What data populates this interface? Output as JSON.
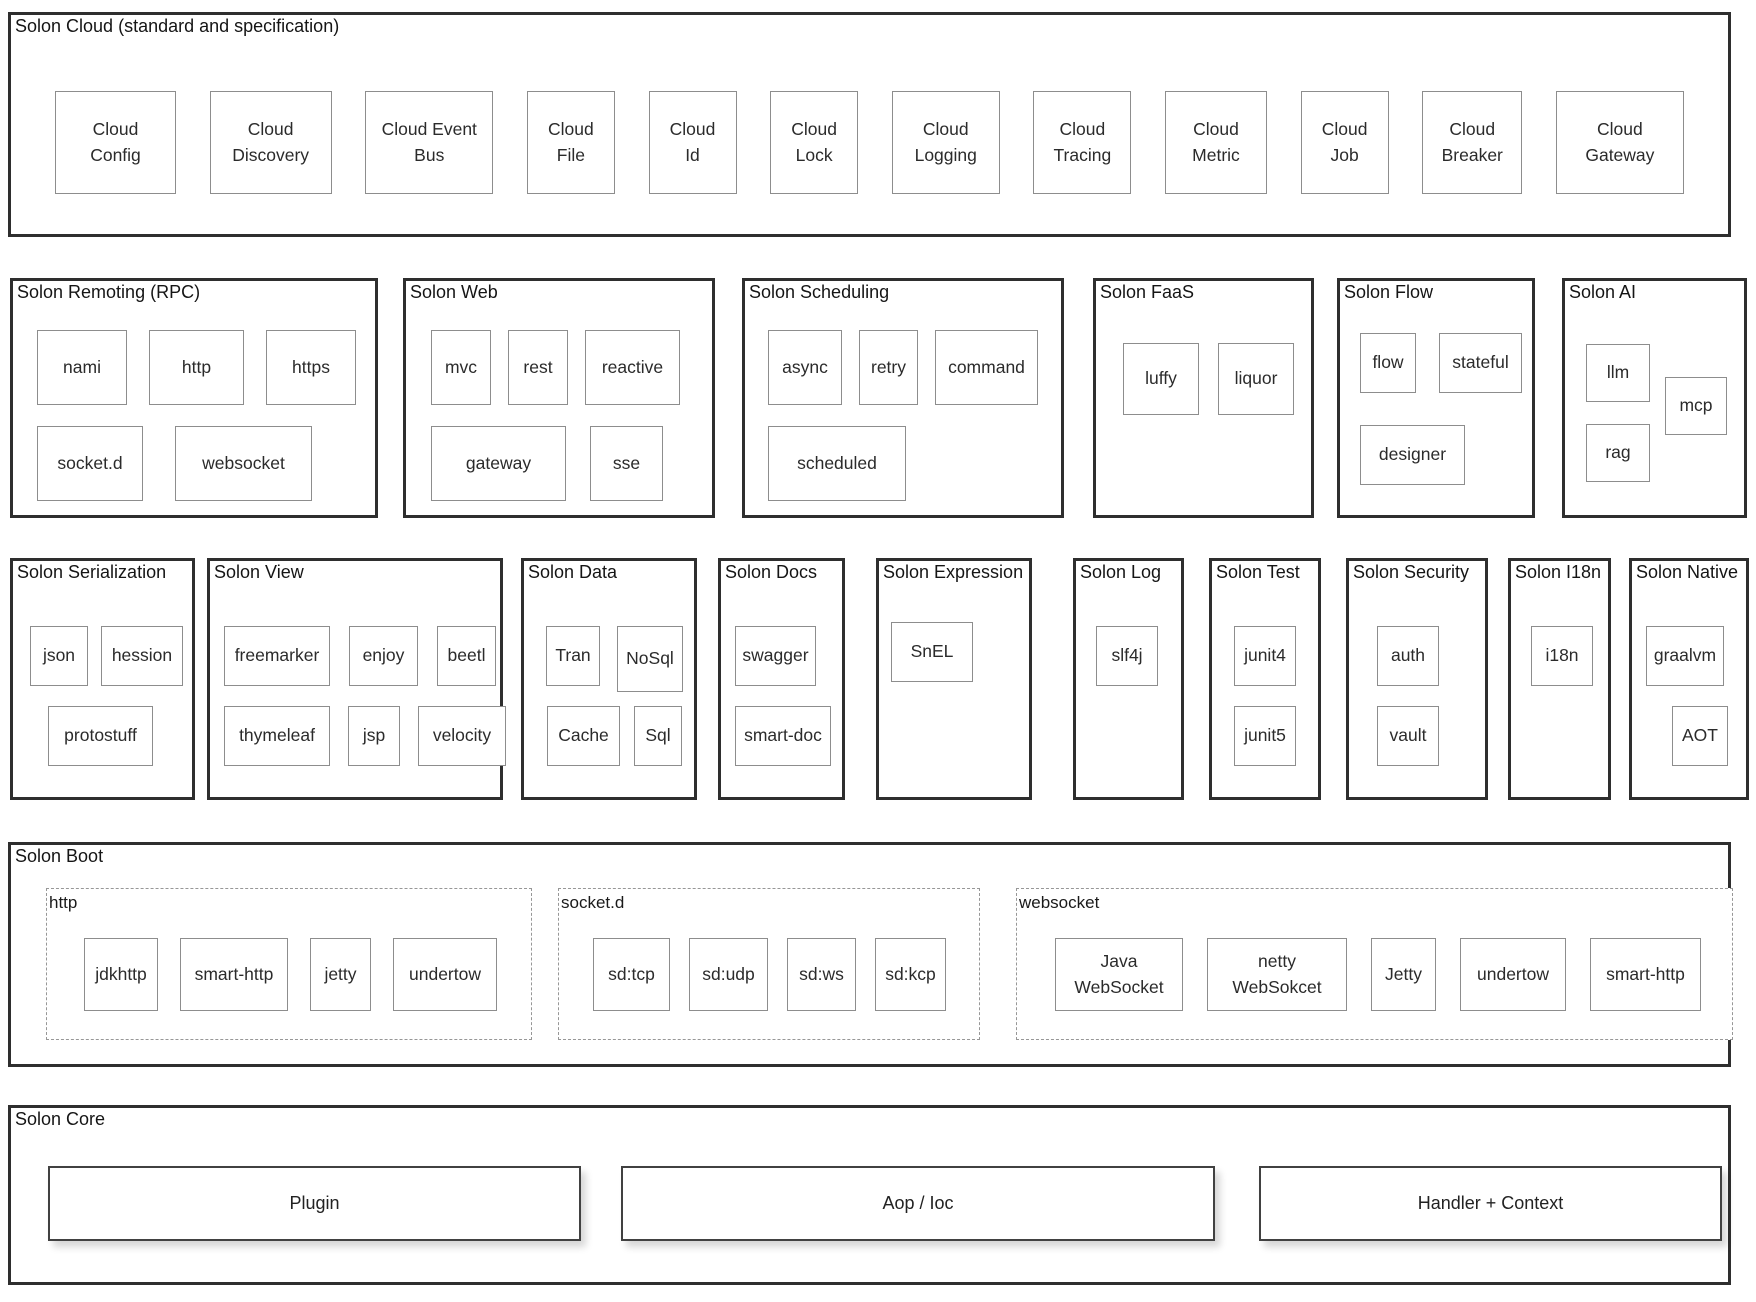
{
  "sections": {
    "cloud": {
      "title": "Solon Cloud (standard and specification)",
      "items": [
        "Cloud Config",
        "Cloud Discovery",
        "Cloud Event Bus",
        "Cloud File",
        "Cloud Id",
        "Cloud Lock",
        "Cloud Logging",
        "Cloud Tracing",
        "Cloud Metric",
        "Cloud Job",
        "Cloud Breaker",
        "Cloud Gateway"
      ]
    },
    "remoting": {
      "title": "Solon Remoting (RPC)",
      "items": [
        "nami",
        "http",
        "https",
        "socket.d",
        "websocket"
      ]
    },
    "web": {
      "title": "Solon Web",
      "items": [
        "mvc",
        "rest",
        "reactive",
        "gateway",
        "sse"
      ]
    },
    "scheduling": {
      "title": "Solon Scheduling",
      "items": [
        "async",
        "retry",
        "command",
        "scheduled"
      ]
    },
    "faas": {
      "title": "Solon FaaS",
      "items": [
        "luffy",
        "liquor"
      ]
    },
    "flow": {
      "title": "Solon Flow",
      "items": [
        "flow",
        "stateful",
        "designer"
      ]
    },
    "ai": {
      "title": "Solon AI",
      "items": [
        "llm",
        "mcp",
        "rag"
      ]
    },
    "serialization": {
      "title": "Solon Serialization",
      "items": [
        "json",
        "hession",
        "protostuff"
      ]
    },
    "view": {
      "title": "Solon View",
      "items": [
        "freemarker",
        "enjoy",
        "beetl",
        "thymeleaf",
        "jsp",
        "velocity"
      ]
    },
    "data": {
      "title": "Solon Data",
      "items": [
        "Tran",
        "NoSql",
        "Cache",
        "Sql"
      ]
    },
    "docs": {
      "title": "Solon Docs",
      "items": [
        "swagger",
        "smart-doc"
      ]
    },
    "expression": {
      "title": "Solon Expression",
      "items": [
        "SnEL"
      ]
    },
    "log": {
      "title": "Solon Log",
      "items": [
        "slf4j"
      ]
    },
    "test": {
      "title": "Solon Test",
      "items": [
        "junit4",
        "junit5"
      ]
    },
    "security": {
      "title": "Solon Security",
      "items": [
        "auth",
        "vault"
      ]
    },
    "i18n": {
      "title": "Solon I18n",
      "items": [
        "i18n"
      ]
    },
    "native": {
      "title": "Solon Native",
      "items": [
        "graalvm",
        "AOT"
      ]
    },
    "boot": {
      "title": "Solon Boot",
      "groups": [
        {
          "title": "http",
          "items": [
            "jdkhttp",
            "smart-http",
            "jetty",
            "undertow"
          ]
        },
        {
          "title": "socket.d",
          "items": [
            "sd:tcp",
            "sd:udp",
            "sd:ws",
            "sd:kcp"
          ]
        },
        {
          "title": "websocket",
          "items": [
            "Java WebSocket",
            "netty WebSokcet",
            "Jetty",
            "undertow",
            "smart-http"
          ]
        }
      ]
    },
    "core": {
      "title": "Solon Core",
      "items": [
        "Plugin",
        "Aop / Ioc",
        "Handler + Context"
      ]
    }
  },
  "colors": {
    "background": "#ffffff",
    "section_border": "#2e2e2e",
    "box_border": "#8d8d8d",
    "text": "#222222"
  }
}
